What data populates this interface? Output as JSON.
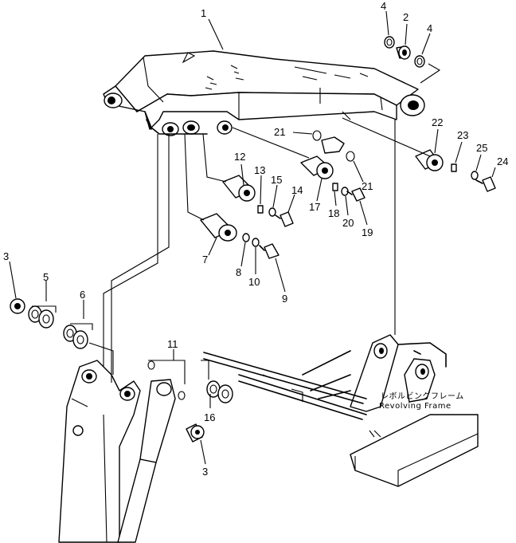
{
  "callouts": {
    "c1": "1",
    "c2": "2",
    "c3a": "3",
    "c3b": "3",
    "c4a": "4",
    "c4b": "4",
    "c5": "5",
    "c6": "6",
    "c7": "7",
    "c8": "8",
    "c9": "9",
    "c10": "10",
    "c11": "11",
    "c12": "12",
    "c13": "13",
    "c14": "14",
    "c15": "15",
    "c16": "16",
    "c17": "17",
    "c18": "18",
    "c19": "19",
    "c20": "20",
    "c21a": "21",
    "c21b": "21",
    "c22": "22",
    "c23": "23",
    "c24": "24",
    "c25": "25"
  },
  "frame_label": {
    "japanese": "レボルビングフレーム",
    "english": "Revolving Frame"
  }
}
